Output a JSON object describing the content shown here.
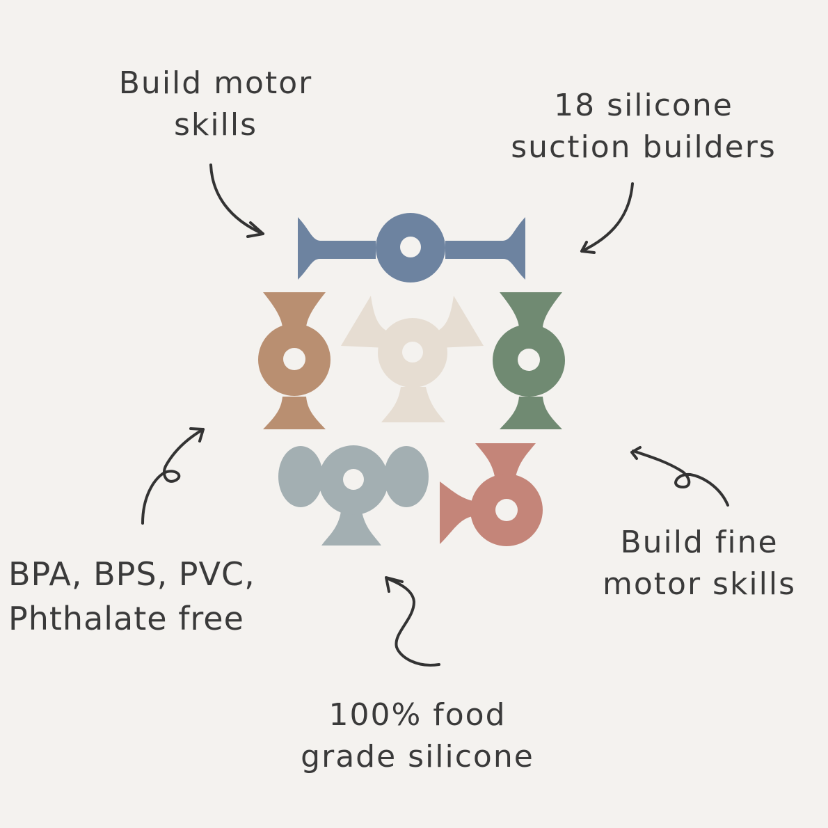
{
  "background_color": "#f4f2ef",
  "text_color": "#3a3a3a",
  "callouts": [
    {
      "id": "motor",
      "lines": [
        "Build motor",
        "skills"
      ],
      "arrow": "curved-arrow-down-right-icon"
    },
    {
      "id": "builders",
      "lines": [
        "18 silicone",
        "suction builders"
      ],
      "arrow": "curved-arrow-down-left-icon"
    },
    {
      "id": "bpa",
      "lines": [
        "BPA, BPS, PVC,",
        "Phthalate free"
      ],
      "arrow": "loop-arrow-up-right-icon"
    },
    {
      "id": "fine",
      "lines": [
        "Build fine",
        "motor skills"
      ],
      "arrow": "loop-arrow-up-left-icon"
    },
    {
      "id": "food",
      "lines": [
        "100% food",
        "grade silicone"
      ],
      "arrow": "squiggle-arrow-up-icon"
    }
  ],
  "products": [
    {
      "name": "blue-double-suction-builder",
      "color": "#6d83a0"
    },
    {
      "name": "tan-vertical-builder",
      "color": "#b98f71"
    },
    {
      "name": "cream-triple-builder",
      "color": "#e6ddd2"
    },
    {
      "name": "green-vertical-builder",
      "color": "#708a72"
    },
    {
      "name": "grey-triple-builder",
      "color": "#a3afb2"
    },
    {
      "name": "rose-corner-builder",
      "color": "#c48579"
    }
  ]
}
